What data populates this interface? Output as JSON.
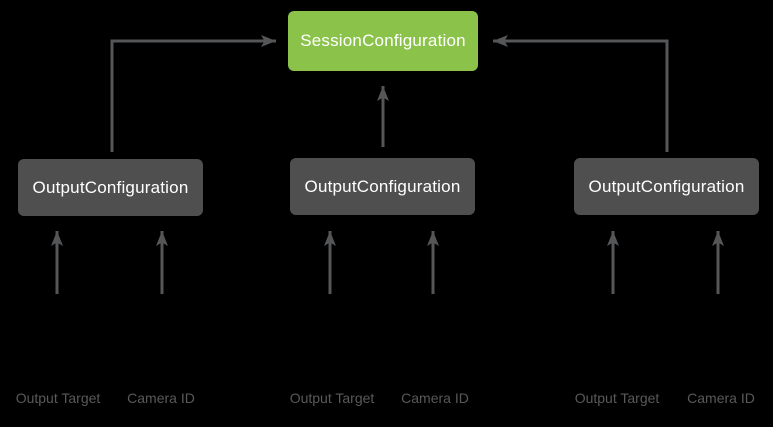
{
  "diagram": {
    "session_box": {
      "label": "SessionConfiguration"
    },
    "output_boxes": [
      {
        "label": "OutputConfiguration",
        "inputs": [
          "Output Target",
          "Camera ID"
        ]
      },
      {
        "label": "OutputConfiguration",
        "inputs": [
          "Output Target",
          "Camera ID"
        ]
      },
      {
        "label": "OutputConfiguration",
        "inputs": [
          "Output Target",
          "Camera ID"
        ]
      }
    ]
  },
  "colors": {
    "background": "#000000",
    "session_box_bg": "#8BC34A",
    "output_box_bg": "#4F4F4F",
    "box_text": "#FFFFFF",
    "arrow": "#555658",
    "input_label_text": "#595959"
  }
}
